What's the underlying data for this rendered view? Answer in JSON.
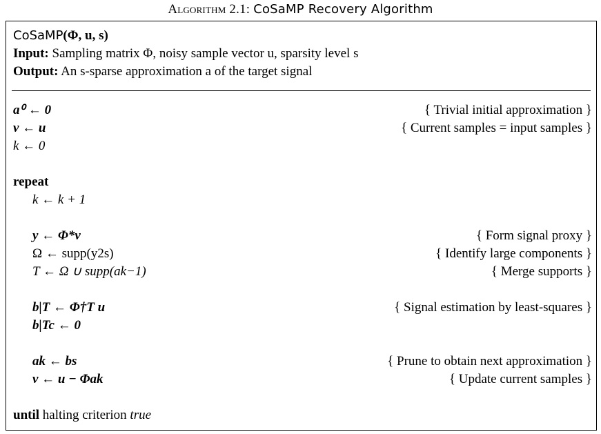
{
  "caption": {
    "prefix": "Algorithm 2.1:",
    "title": "CoSaMP Recovery Algorithm"
  },
  "header": {
    "fn_name": "CoSaMP",
    "fn_args": "(Φ, u, s)",
    "input_label": "Input:",
    "input_text": "Sampling matrix Φ, noisy sample vector u, sparsity level s",
    "output_label": "Output:",
    "output_text": "An s-sparse approximation a of the target signal"
  },
  "lines": {
    "init_a": "a⁰ ← 0",
    "init_v": "v ← u",
    "init_k": "k ← 0",
    "repeat": "repeat",
    "step_k": "k ← k + 1",
    "proxy": "y ← Φ*v",
    "omega": "Ω ← supp(y2s)",
    "merge": "T ← Ω ∪ supp(ak−1)",
    "ls": "b|T ← Φ†T u",
    "lsc": "b|Tc ← 0",
    "prune": "ak ← bs",
    "update": "v ← u − Φak",
    "until_kw": "until",
    "until_text": "halting criterion",
    "until_true": "true"
  },
  "comments": {
    "init_a": "{ Trivial initial approximation }",
    "init_v": "{ Current samples = input samples }",
    "proxy": "{ Form signal proxy }",
    "omega": "{ Identify large components }",
    "merge": "{ Merge supports }",
    "ls": "{ Signal estimation by least-squares }",
    "prune": "{ Prune to obtain next approximation }",
    "update": "{ Update current samples }"
  }
}
